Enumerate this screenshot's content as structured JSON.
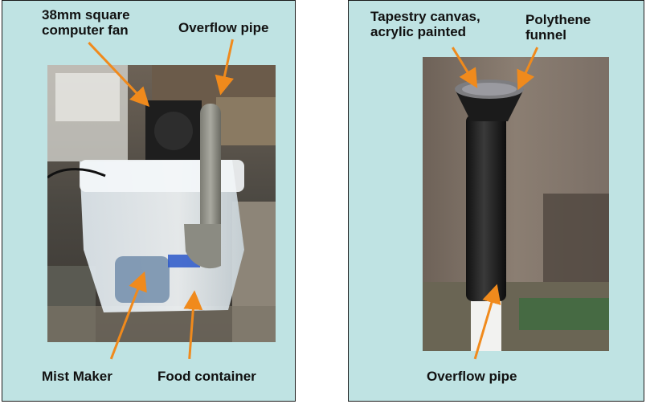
{
  "left_panel": {
    "labels": {
      "fan": "38mm square\ncomputer fan",
      "overflow_pipe": "Overflow pipe",
      "mist_maker": "Mist Maker",
      "food_container": "Food container"
    }
  },
  "right_panel": {
    "labels": {
      "tapestry": "Tapestry canvas,\nacrylic painted",
      "funnel": "Polythene\nfunnel",
      "overflow_pipe": "Overflow pipe"
    }
  },
  "colors": {
    "panel_bg": "#bfe3e3",
    "arrow": "#f08a1c"
  }
}
